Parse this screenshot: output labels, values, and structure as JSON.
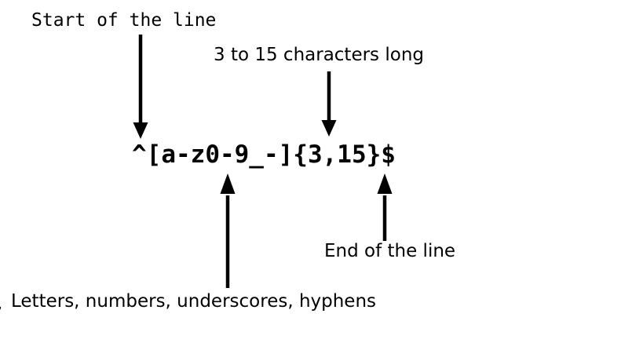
{
  "diagram": {
    "type": "annotated-regex-breakdown",
    "background_color": "#ffffff",
    "text_color": "#000000",
    "pattern": {
      "text": "^[a-z0-9_-]{3,15}$",
      "description": "regular expression pattern for a username"
    },
    "annotations": [
      {
        "id": "start-of-line",
        "label": "Start of the line",
        "font": "monospace",
        "targets": "^",
        "arrow_direction": "down"
      },
      {
        "id": "length-quantifier",
        "label": "3 to 15 characters long",
        "font": "sans-serif",
        "targets": "{3,15}",
        "arrow_direction": "down"
      },
      {
        "id": "character-class",
        "label": "Letters, numbers, underscores, hyphens",
        "font": "sans-serif",
        "targets": "[a-z0-9_-]",
        "arrow_direction": "up"
      },
      {
        "id": "end-of-line",
        "label": "End of the line",
        "font": "sans-serif",
        "targets": "$",
        "arrow_direction": "up"
      }
    ],
    "edge_clipped_glyph": ","
  }
}
